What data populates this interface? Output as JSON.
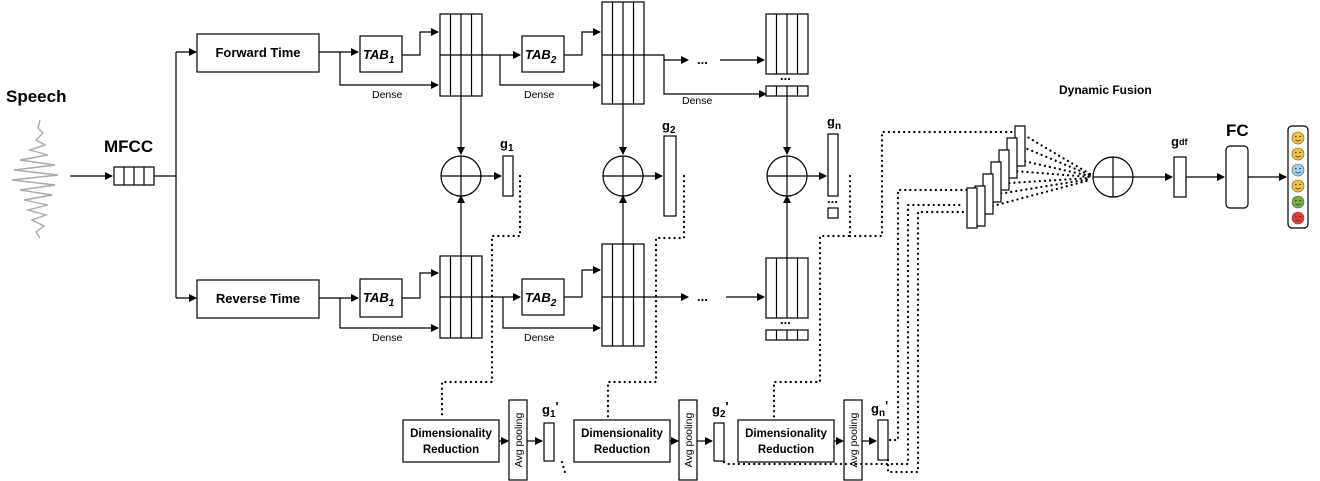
{
  "labels": {
    "speech": "Speech",
    "mfcc": "MFCC",
    "forward_time": "Forward Time",
    "reverse_time": "Reverse Time",
    "dense": "Dense",
    "tab_prefix": "TAB",
    "tab1_sub": "1",
    "tab2_sub": "2",
    "ellipsis": "...",
    "dynamic_fusion": "Dynamic Fusion",
    "fc": "FC",
    "g_prefix": "g",
    "g1_sub": "1",
    "g2_sub": "2",
    "gn_sub": "n",
    "gdf_sub": "df",
    "prime": "'",
    "dim_reduction_line1": "Dimensionality",
    "dim_reduction_line2": "Reduction",
    "avg_pooling": "Avg pooling"
  },
  "emotions": [
    {
      "icon": "smiling-face-icon",
      "color": "#f5c242"
    },
    {
      "icon": "surprised-face-icon",
      "color": "#f5c242"
    },
    {
      "icon": "crying-face-icon",
      "color": "#9fd0f0"
    },
    {
      "icon": "fearful-face-icon",
      "color": "#f5c242"
    },
    {
      "icon": "disgusted-face-icon",
      "color": "#72b043"
    },
    {
      "icon": "angry-face-icon",
      "color": "#e53935"
    }
  ]
}
